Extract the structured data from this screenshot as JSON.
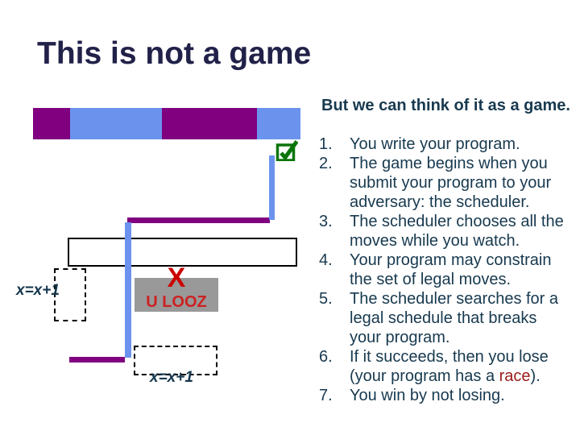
{
  "slide": {
    "title": "This is not a game",
    "subtitle": "But we can think of it as a game."
  },
  "list": {
    "items": [
      {
        "num": "1.",
        "lines": [
          "You write your program."
        ]
      },
      {
        "num": "2.",
        "lines": [
          "The game begins when you",
          "submit your program to your",
          "adversary: the scheduler."
        ]
      },
      {
        "num": "3.",
        "lines": [
          "The scheduler chooses all the",
          "moves while you watch."
        ]
      },
      {
        "num": "4.",
        "lines": [
          "Your program may constrain",
          "the set of legal moves."
        ]
      },
      {
        "num": "5.",
        "lines": [
          "The scheduler searches for a",
          "legal schedule that breaks",
          "your program."
        ]
      },
      {
        "num": "6.",
        "lines": [
          "If it succeeds, then you lose",
          {
            "prefix": "(your program has a ",
            "highlight": "race",
            "suffix": ")."
          }
        ]
      },
      {
        "num": "7.",
        "lines": [
          "You win by not losing."
        ]
      }
    ]
  },
  "diagram": {
    "label_left": "x=x+1",
    "label_bottom": "x=x+1",
    "fail_x": "X",
    "fail_text": "U LOOZ",
    "checkbox_icon": "checked-checkbox"
  },
  "timeline": {
    "segments": [
      {
        "color": "purple",
        "width": 46
      },
      {
        "color": "blue",
        "width": 114
      },
      {
        "color": "purple",
        "width": 118
      },
      {
        "color": "blue",
        "width": 54
      }
    ]
  },
  "colors": {
    "title": "#212149",
    "body": "#17394F",
    "race": "#9B1B1B",
    "purple": "#800080",
    "blue": "#6B93EE",
    "green": "#0A750A",
    "gray": "#999999",
    "x_red": "#CC0000",
    "looz_red": "#CC2222"
  }
}
